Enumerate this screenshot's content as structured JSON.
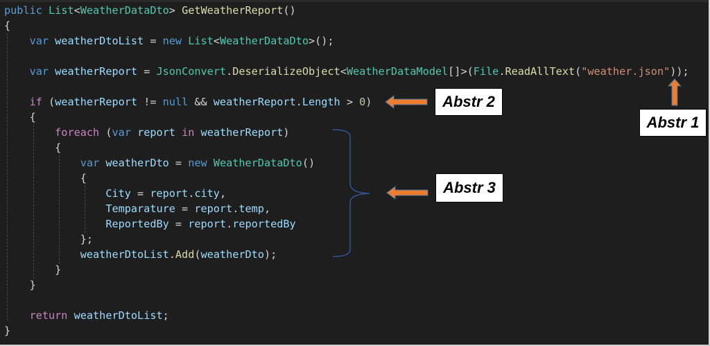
{
  "code": {
    "language": "csharp",
    "lines": [
      {
        "indent": 0,
        "tokens": [
          [
            "kw",
            "public"
          ],
          [
            "punc",
            " "
          ],
          [
            "type",
            "List"
          ],
          [
            "punc",
            "<"
          ],
          [
            "type",
            "WeatherDataDto"
          ],
          [
            "punc",
            "> "
          ],
          [
            "fn",
            "GetWeatherReport"
          ],
          [
            "punc",
            "()"
          ]
        ]
      },
      {
        "indent": 0,
        "tokens": [
          [
            "punc",
            "{"
          ]
        ]
      },
      {
        "indent": 1,
        "tokens": [
          [
            "kw",
            "var"
          ],
          [
            "punc",
            " "
          ],
          [
            "var",
            "weatherDtoList"
          ],
          [
            "punc",
            " = "
          ],
          [
            "kw",
            "new"
          ],
          [
            "punc",
            " "
          ],
          [
            "type",
            "List"
          ],
          [
            "punc",
            "<"
          ],
          [
            "type",
            "WeatherDataDto"
          ],
          [
            "punc",
            ">();"
          ]
        ]
      },
      {
        "indent": 1,
        "tokens": []
      },
      {
        "indent": 1,
        "tokens": [
          [
            "kw",
            "var"
          ],
          [
            "punc",
            " "
          ],
          [
            "var",
            "weatherReport"
          ],
          [
            "punc",
            " = "
          ],
          [
            "type",
            "JsonConvert"
          ],
          [
            "punc",
            "."
          ],
          [
            "fn",
            "DeserializeObject"
          ],
          [
            "punc",
            "<"
          ],
          [
            "type",
            "WeatherDataModel"
          ],
          [
            "punc",
            "[]>("
          ],
          [
            "type",
            "File"
          ],
          [
            "punc",
            "."
          ],
          [
            "fn",
            "ReadAllText"
          ],
          [
            "punc",
            "("
          ],
          [
            "str",
            "\"weather.json\""
          ],
          [
            "punc",
            "));"
          ]
        ]
      },
      {
        "indent": 1,
        "tokens": []
      },
      {
        "indent": 1,
        "tokens": [
          [
            "ctl",
            "if"
          ],
          [
            "punc",
            " ("
          ],
          [
            "var",
            "weatherReport"
          ],
          [
            "punc",
            " != "
          ],
          [
            "kw",
            "null"
          ],
          [
            "punc",
            " && "
          ],
          [
            "var",
            "weatherReport"
          ],
          [
            "punc",
            "."
          ],
          [
            "var",
            "Length"
          ],
          [
            "punc",
            " > "
          ],
          [
            "num",
            "0"
          ],
          [
            "punc",
            ")"
          ]
        ]
      },
      {
        "indent": 1,
        "tokens": [
          [
            "punc",
            "{"
          ]
        ]
      },
      {
        "indent": 2,
        "tokens": [
          [
            "ctl",
            "foreach"
          ],
          [
            "punc",
            " ("
          ],
          [
            "kw",
            "var"
          ],
          [
            "punc",
            " "
          ],
          [
            "var",
            "report"
          ],
          [
            "punc",
            " "
          ],
          [
            "ctl",
            "in"
          ],
          [
            "punc",
            " "
          ],
          [
            "var",
            "weatherReport"
          ],
          [
            "punc",
            ")"
          ]
        ]
      },
      {
        "indent": 2,
        "tokens": [
          [
            "punc",
            "{"
          ]
        ]
      },
      {
        "indent": 3,
        "tokens": [
          [
            "kw",
            "var"
          ],
          [
            "punc",
            " "
          ],
          [
            "var",
            "weatherDto"
          ],
          [
            "punc",
            " = "
          ],
          [
            "kw",
            "new"
          ],
          [
            "punc",
            " "
          ],
          [
            "type",
            "WeatherDataDto"
          ],
          [
            "punc",
            "()"
          ]
        ]
      },
      {
        "indent": 3,
        "tokens": [
          [
            "punc",
            "{"
          ]
        ]
      },
      {
        "indent": 4,
        "tokens": [
          [
            "var",
            "City"
          ],
          [
            "punc",
            " = "
          ],
          [
            "var",
            "report"
          ],
          [
            "punc",
            "."
          ],
          [
            "var",
            "city"
          ],
          [
            "punc",
            ","
          ]
        ]
      },
      {
        "indent": 4,
        "tokens": [
          [
            "var",
            "Temparature"
          ],
          [
            "punc",
            " = "
          ],
          [
            "var",
            "report"
          ],
          [
            "punc",
            "."
          ],
          [
            "var",
            "temp"
          ],
          [
            "punc",
            ","
          ]
        ]
      },
      {
        "indent": 4,
        "tokens": [
          [
            "var",
            "ReportedBy"
          ],
          [
            "punc",
            " = "
          ],
          [
            "var",
            "report"
          ],
          [
            "punc",
            "."
          ],
          [
            "var",
            "reportedBy"
          ]
        ]
      },
      {
        "indent": 3,
        "tokens": [
          [
            "punc",
            "};"
          ]
        ]
      },
      {
        "indent": 3,
        "tokens": [
          [
            "var",
            "weatherDtoList"
          ],
          [
            "punc",
            "."
          ],
          [
            "fn",
            "Add"
          ],
          [
            "punc",
            "("
          ],
          [
            "var",
            "weatherDto"
          ],
          [
            "punc",
            ");"
          ]
        ]
      },
      {
        "indent": 2,
        "tokens": [
          [
            "punc",
            "}"
          ]
        ]
      },
      {
        "indent": 1,
        "tokens": [
          [
            "punc",
            "}"
          ]
        ]
      },
      {
        "indent": 1,
        "tokens": []
      },
      {
        "indent": 1,
        "tokens": [
          [
            "ctl",
            "return"
          ],
          [
            "punc",
            " "
          ],
          [
            "var",
            "weatherDtoList"
          ],
          [
            "punc",
            ";"
          ]
        ]
      },
      {
        "indent": 0,
        "tokens": [
          [
            "punc",
            "}"
          ]
        ]
      }
    ]
  },
  "annotations": {
    "abstr1": {
      "label": "Abstr 1"
    },
    "abstr2": {
      "label": "Abstr 2"
    },
    "abstr3": {
      "label": "Abstr 3"
    }
  },
  "colors": {
    "arrow_fill": "#ed7d31",
    "arrow_stroke": "#41719c",
    "brace": "#2f5597",
    "background": "#1e1e1e"
  }
}
